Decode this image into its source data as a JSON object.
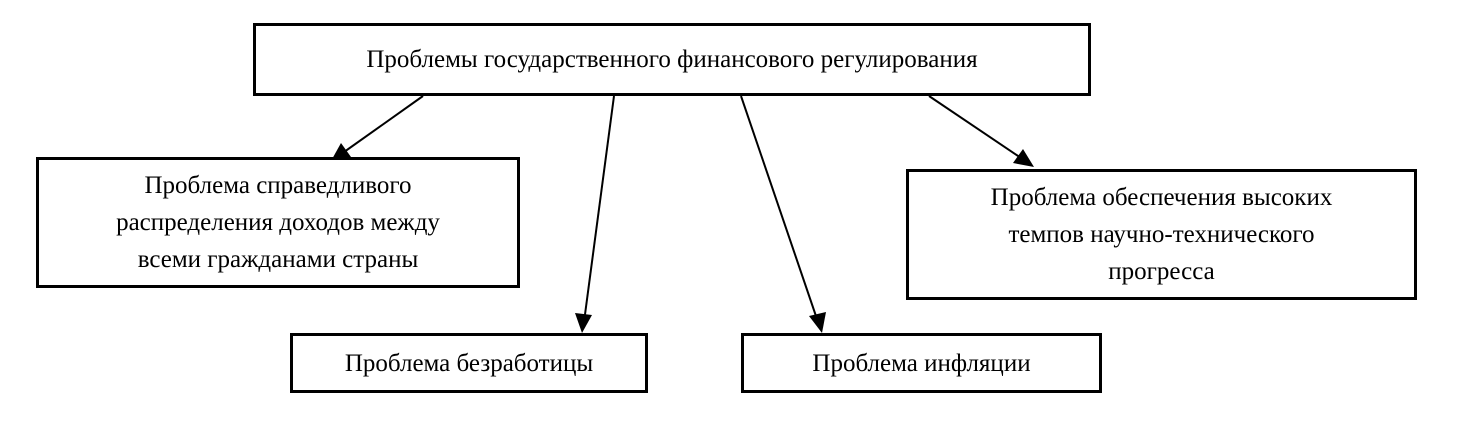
{
  "diagram": {
    "root": {
      "label": "Проблемы государственного финансового регулирования"
    },
    "children": [
      {
        "id": "income",
        "lines": [
          "Проблема справедливого",
          "распределения доходов между",
          "всеми гражданами страны"
        ]
      },
      {
        "id": "unemployment",
        "lines": [
          "Проблема безработицы"
        ]
      },
      {
        "id": "inflation",
        "lines": [
          "Проблема инфляции"
        ]
      },
      {
        "id": "scientific-progress",
        "lines": [
          "Проблема обеспечения высоких",
          "темпов научно-технического",
          "прогресса"
        ]
      }
    ],
    "line_color": "#000000",
    "box_border_color": "#000000",
    "background": "#ffffff"
  }
}
